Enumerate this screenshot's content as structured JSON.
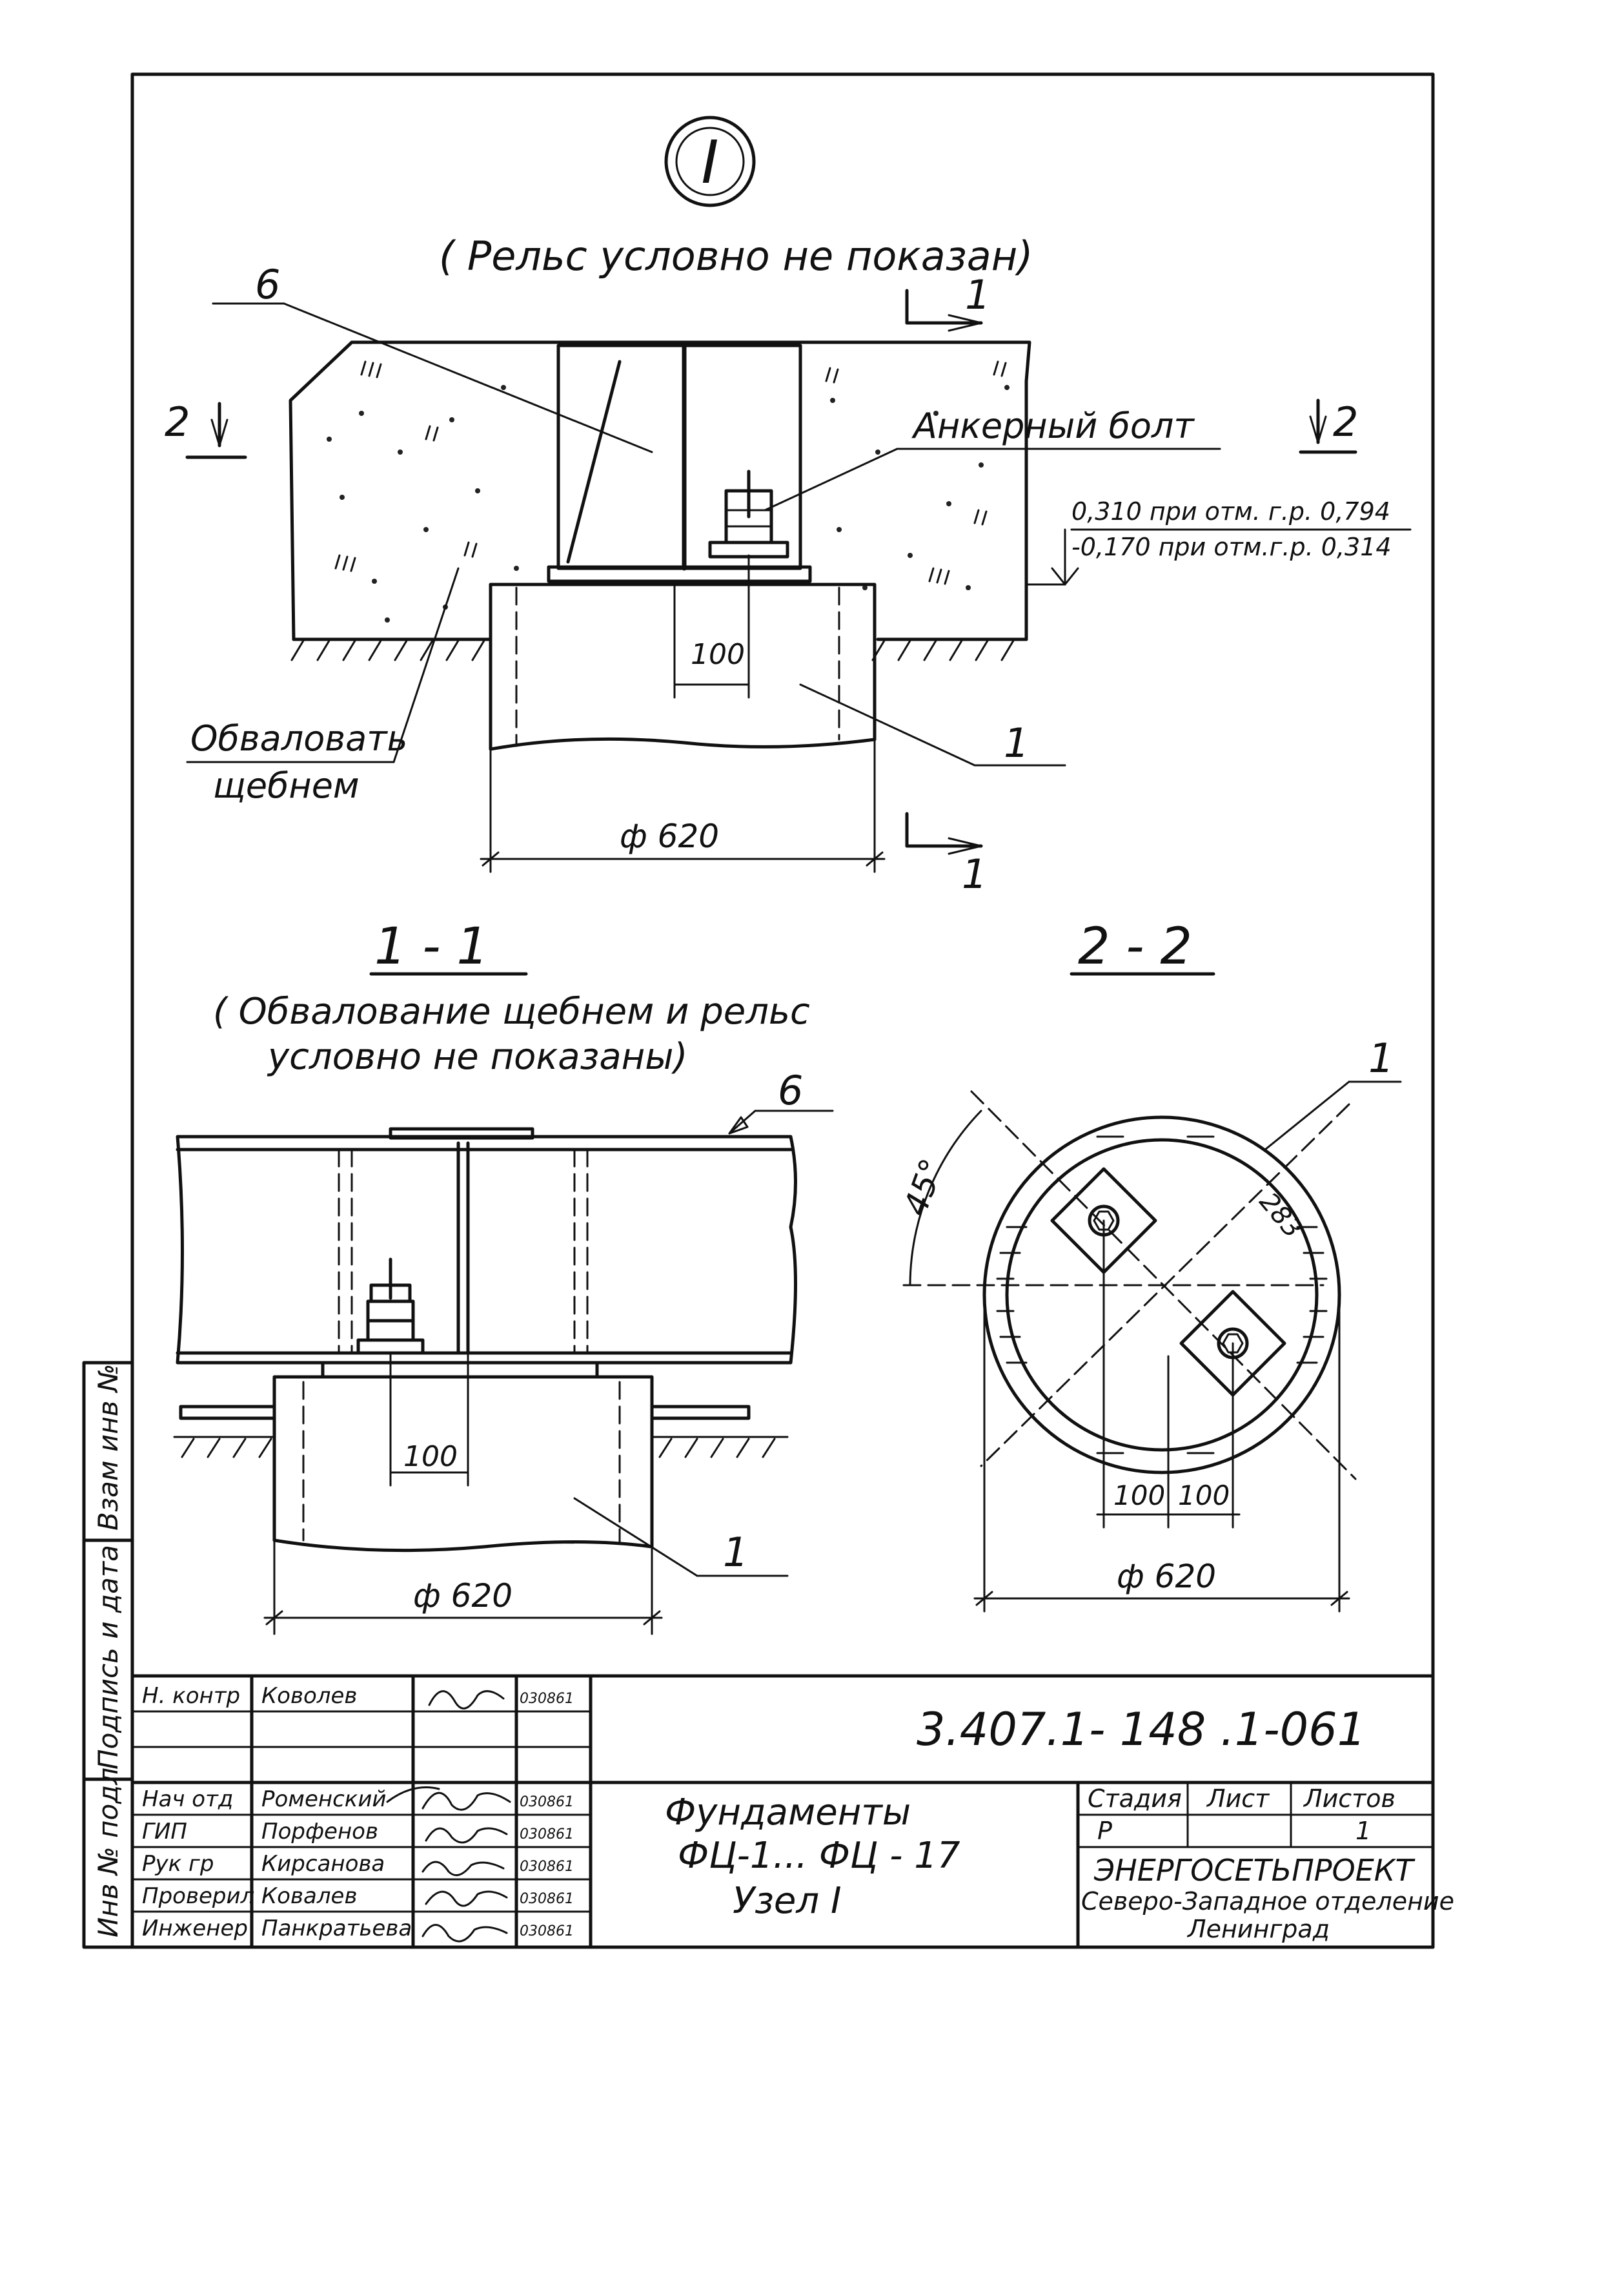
{
  "detail_mark": "I",
  "view_main": {
    "note": "( Рельс  условно не  показан)",
    "callout_6": "6",
    "callout_1": "1",
    "section_1_mark": "1",
    "section_2_mark": "2",
    "anchor_label": "Анкерный болт",
    "dim_100": "100",
    "dim_diameter": "ф 620",
    "elev_1": "0,310 при отм. г.р. 0,794",
    "elev_2": "-0,170 при отм.г.р. 0,314",
    "fill_note_line1": "Обваловать",
    "fill_note_line2": "щебнем"
  },
  "section_1_1": {
    "title": "1 - 1",
    "note_line1": "( Обвалование  щебнем и рельс",
    "note_line2": "условно не  показаны)",
    "callout_6": "6",
    "callout_1": "1",
    "dim_100": "100",
    "dim_diameter": "ф 620"
  },
  "section_2_2": {
    "title": "2 - 2",
    "callout_1": "1",
    "angle": "45°",
    "dim_283": "283",
    "dim_100_a": "100",
    "dim_100_b": "100",
    "dim_diameter": "ф 620"
  },
  "side_stamp": {
    "cells": [
      "Взам инв №",
      "Подпись и дата",
      "Инв № подл"
    ]
  },
  "title_block": {
    "doc_code": "3.407.1- 148 .1-061",
    "title_line1": "Фундаменты",
    "title_line2": "ФЦ-1... ФЦ - 17",
    "title_line3": "Узел I",
    "stage_header": "Стадия",
    "sheet_header": "Лист",
    "sheets_header": "Листов",
    "stage_value": "Р",
    "sheets_value": "1",
    "org_line1": "ЭНЕРГОСЕТЬПРОЕКТ",
    "org_line2": "Северо-Западное отделение",
    "org_line3": "Ленинград",
    "rows": [
      {
        "role": "Н. контр",
        "name": "Коволев",
        "date": "030861"
      },
      {
        "role": "",
        "name": "",
        "date": ""
      },
      {
        "role": "",
        "name": "",
        "date": ""
      },
      {
        "role": "Нач отд",
        "name": "Роменский",
        "date": "030861"
      },
      {
        "role": "ГИП",
        "name": "Порфенов",
        "date": "030861"
      },
      {
        "role": "Рук гр",
        "name": "Кирсанова",
        "date": "030861"
      },
      {
        "role": "Проверил",
        "name": "Ковалев",
        "date": "030861"
      },
      {
        "role": "Инженер",
        "name": "Панкратьева",
        "date": "030861"
      }
    ]
  }
}
